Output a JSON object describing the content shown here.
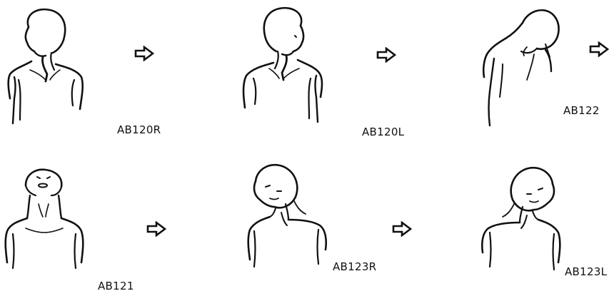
{
  "figures": [
    {
      "code": "AB120R",
      "pose": "head-turned-right"
    },
    {
      "code": "AB120L",
      "pose": "head-turned-left"
    },
    {
      "code": "AB122",
      "pose": "head-bowed-forward"
    },
    {
      "code": "AB121",
      "pose": "head-tilted-back"
    },
    {
      "code": "AB123R",
      "pose": "head-tilted-right"
    },
    {
      "code": "AB123L",
      "pose": "head-tilted-left"
    }
  ],
  "arrows": [
    "right-arrow-icon",
    "right-arrow-icon",
    "right-arrow-icon",
    "right-arrow-icon",
    "right-arrow-icon"
  ],
  "colors": {
    "ink": "#111111",
    "background": "#ffffff"
  }
}
